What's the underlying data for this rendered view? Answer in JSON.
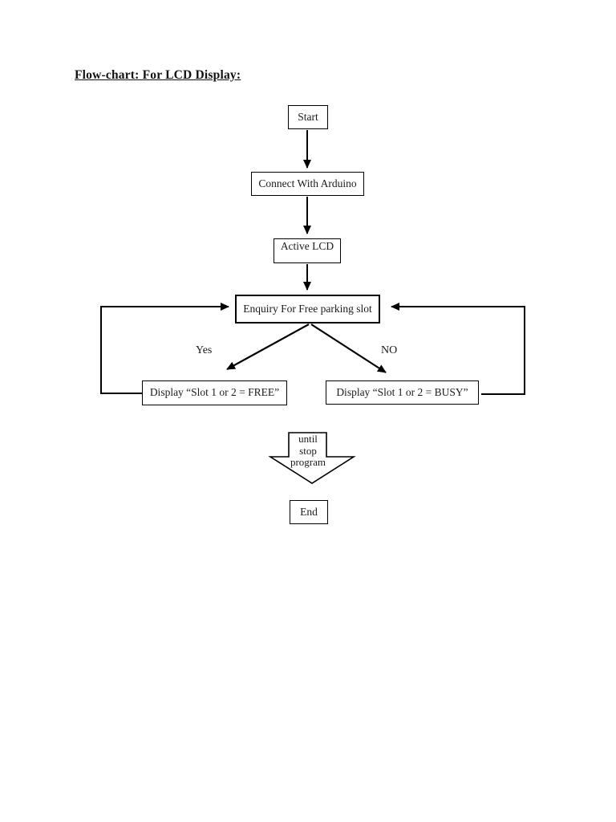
{
  "title": "Flow-chart: For LCD Display:",
  "flowchart": {
    "nodes": {
      "start": "Start",
      "connect": "Connect With Arduino",
      "active_lcd": "Active LCD",
      "enquiry": "Enquiry For Free parking slot",
      "display_free": "Display “Slot 1 or 2 = FREE”",
      "display_busy": "Display “Slot 1 or 2 = BUSY”",
      "end": "End"
    },
    "branch_labels": {
      "yes": "Yes",
      "no": "NO"
    },
    "until_arrow": {
      "line1": "until",
      "line2": "stop",
      "line3": "program"
    },
    "colors": {
      "ink": "#000000",
      "page_background": "#ffffff"
    }
  }
}
